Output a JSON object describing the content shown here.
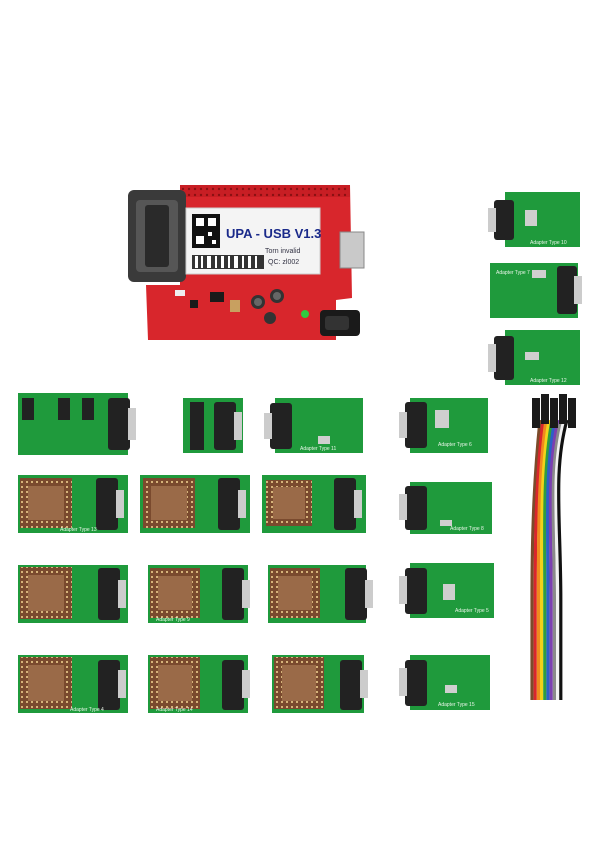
{
  "main_board": {
    "title": "UPA - USB V1.3",
    "sticker_line1": "Torn invalid",
    "sticker_line2": "QC: zl002"
  },
  "adapters": [
    {
      "label": "Adapter Type 10"
    },
    {
      "label": "Adapter Type 7"
    },
    {
      "label": "Adapter Type 12"
    },
    {
      "label": "Adapter Type 11"
    },
    {
      "label": "Adapter Type 6"
    },
    {
      "label": "Adapter Type 13"
    },
    {
      "label": "Adapter Type 8"
    },
    {
      "label": "Adapter Type 9"
    },
    {
      "label": "Adapter Type 5"
    },
    {
      "label": "Adapter Type 4"
    },
    {
      "label": "Adapter Type 14"
    },
    {
      "label": "Adapter Type 15"
    }
  ],
  "colors": {
    "pcb_green": "#1f9a3c",
    "pcb_red": "#d8242a",
    "socket_brown": "#8b5a3c",
    "connector_black": "#222222"
  },
  "ribbon_cable_colors": [
    "#7b4b2a",
    "#d9262b",
    "#f08a1e",
    "#f2d21a",
    "#2e9d3f",
    "#2d5fc7",
    "#7c3fb0",
    "#8a8a8a",
    "#f2f2f2",
    "#111111"
  ]
}
